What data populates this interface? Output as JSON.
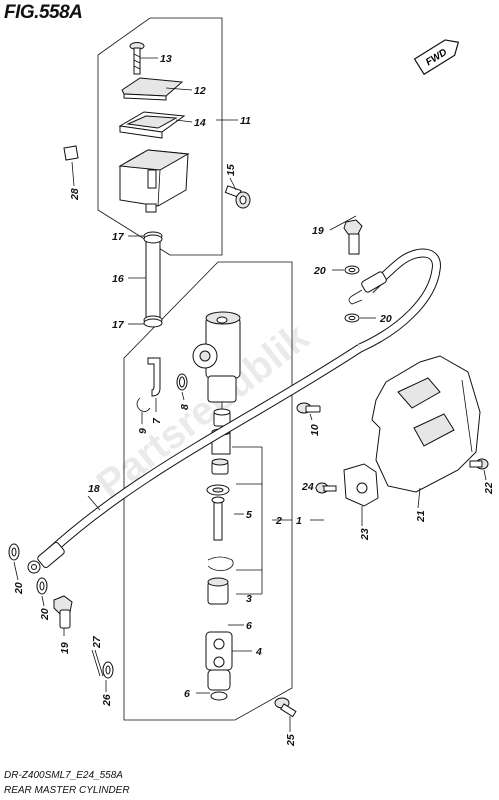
{
  "header": {
    "figure_title": "FIG.558A"
  },
  "footer": {
    "catalog_code": "DR-Z400SML7_E24_558A",
    "section_name": "REAR MASTER CYLINDER"
  },
  "direction_badge": "FWD",
  "watermark": "Partsrepublik",
  "callouts": {
    "c1": "1",
    "c2": "2",
    "c3": "3",
    "c4": "4",
    "c5": "5",
    "c6a": "6",
    "c6b": "6",
    "c7": "7",
    "c8": "8",
    "c9": "9",
    "c10": "10",
    "c11": "11",
    "c12": "12",
    "c13": "13",
    "c14": "14",
    "c15": "15",
    "c16": "16",
    "c17a": "17",
    "c17b": "17",
    "c18": "18",
    "c19a": "19",
    "c19b": "19",
    "c20a": "20",
    "c20b": "20",
    "c20c": "20",
    "c20d": "20",
    "c21": "21",
    "c22": "22",
    "c23": "23",
    "c24": "24",
    "c25": "25",
    "c26": "26",
    "c27": "27",
    "c28": "28"
  }
}
